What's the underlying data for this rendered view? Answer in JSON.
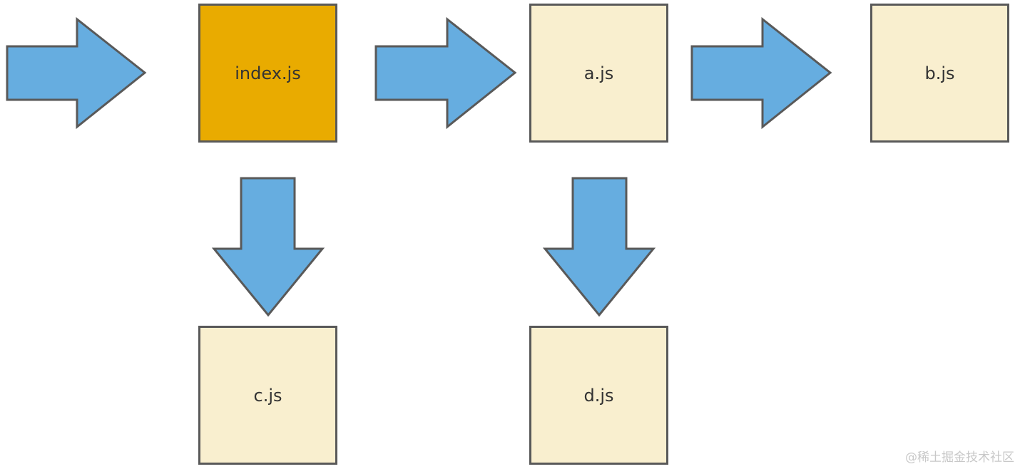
{
  "nodes": {
    "index": {
      "label": "index.js",
      "color": "#e9ab00"
    },
    "a": {
      "label": "a.js",
      "color": "#f9efcf"
    },
    "b": {
      "label": "b.js",
      "color": "#f9efcf"
    },
    "c": {
      "label": "c.js",
      "color": "#f9efcf"
    },
    "d": {
      "label": "d.js",
      "color": "#f9efcf"
    }
  },
  "edges": [
    {
      "from": "",
      "to": "index.js",
      "direction": "right"
    },
    {
      "from": "index.js",
      "to": "a.js",
      "direction": "right"
    },
    {
      "from": "a.js",
      "to": "b.js",
      "direction": "right"
    },
    {
      "from": "index.js",
      "to": "c.js",
      "direction": "down"
    },
    {
      "from": "a.js",
      "to": "d.js",
      "direction": "down"
    }
  ],
  "arrow_color": "#66ade0",
  "border_color": "#595959",
  "watermark": "@稀土掘金技术社区"
}
